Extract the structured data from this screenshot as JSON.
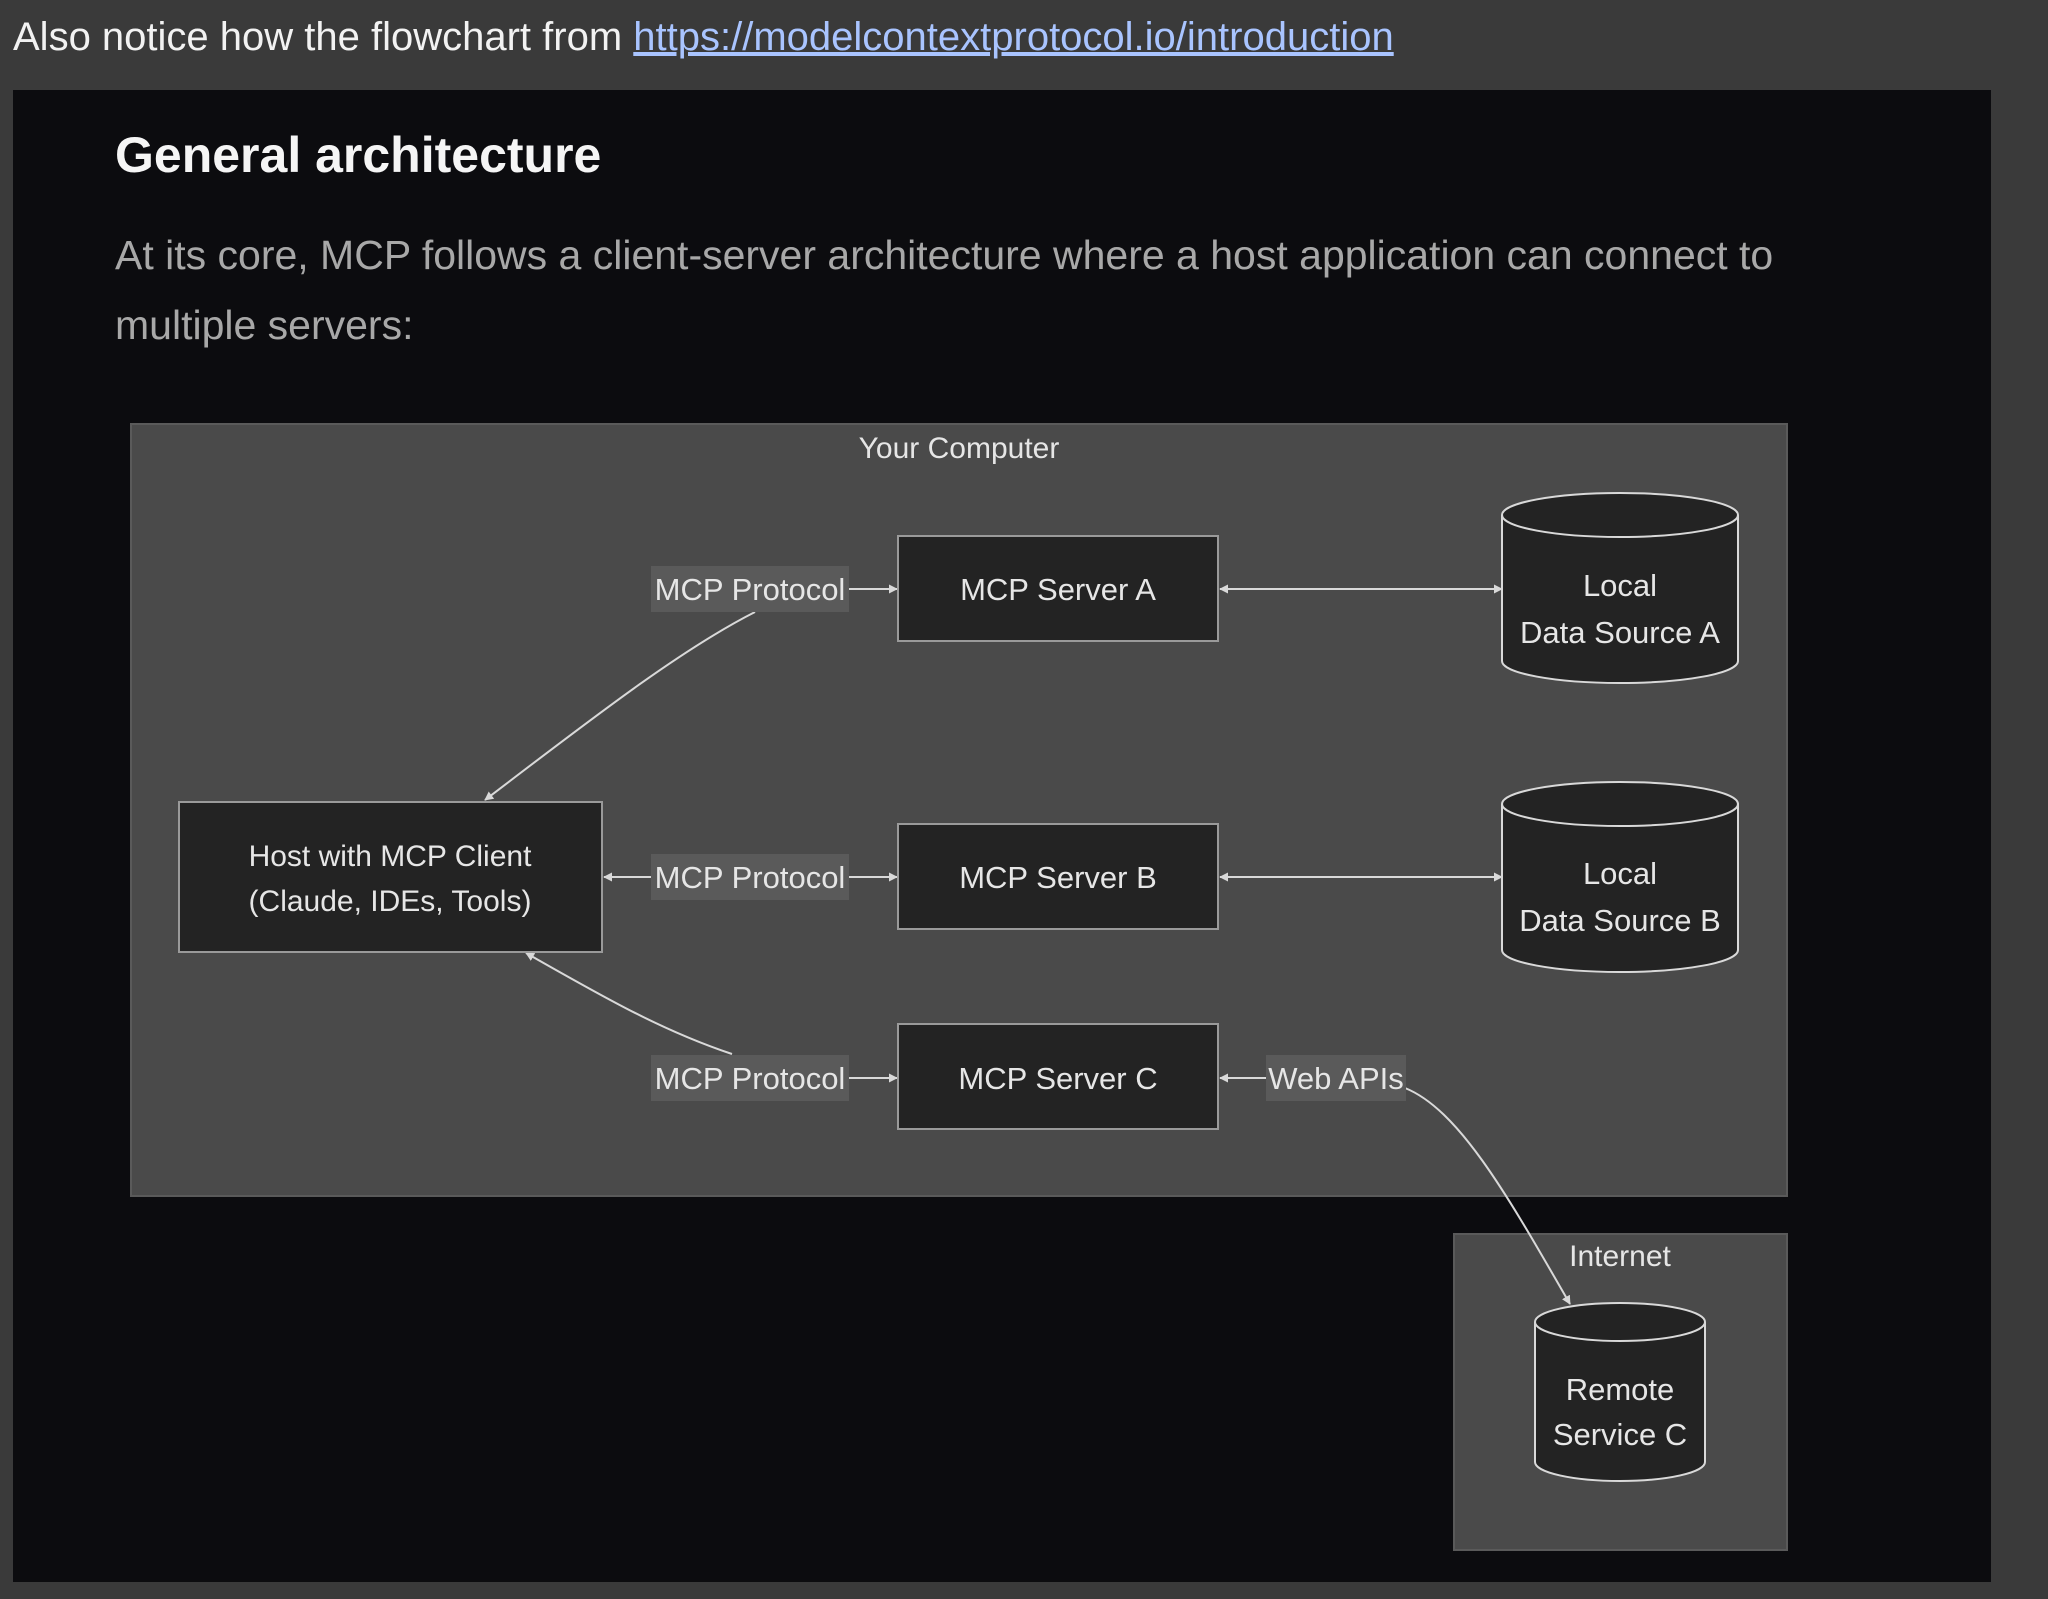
{
  "intro": {
    "text": "Also notice how the flowchart from ",
    "link": "https://modelcontextprotocol.io/introduction"
  },
  "doc": {
    "title": "General architecture",
    "description": "At its core, MCP follows a client-server architecture where a host application can connect to multiple servers:"
  },
  "diagram": {
    "groups": {
      "computer": "Your Computer",
      "internet": "Internet"
    },
    "host": {
      "line1": "Host with MCP Client",
      "line2": "(Claude, IDEs, Tools)"
    },
    "servers": {
      "a": "MCP Server A",
      "b": "MCP Server B",
      "c": "MCP Server C"
    },
    "datasources": {
      "a": {
        "line1": "Local",
        "line2": "Data Source A"
      },
      "b": {
        "line1": "Local",
        "line2": "Data Source B"
      },
      "c": {
        "line1": "Remote",
        "line2": "Service C"
      }
    },
    "edges": {
      "protocol_a": "MCP Protocol",
      "protocol_b": "MCP Protocol",
      "protocol_c": "MCP Protocol",
      "web_apis": "Web APIs"
    },
    "colors": {
      "page_bg": "#3a3a3a",
      "panel_bg": "#0c0c0f",
      "group_bg": "#4a4a4a",
      "node_bg": "#232323",
      "line": "#d9d9d9",
      "link": "#a9c4ff"
    }
  }
}
